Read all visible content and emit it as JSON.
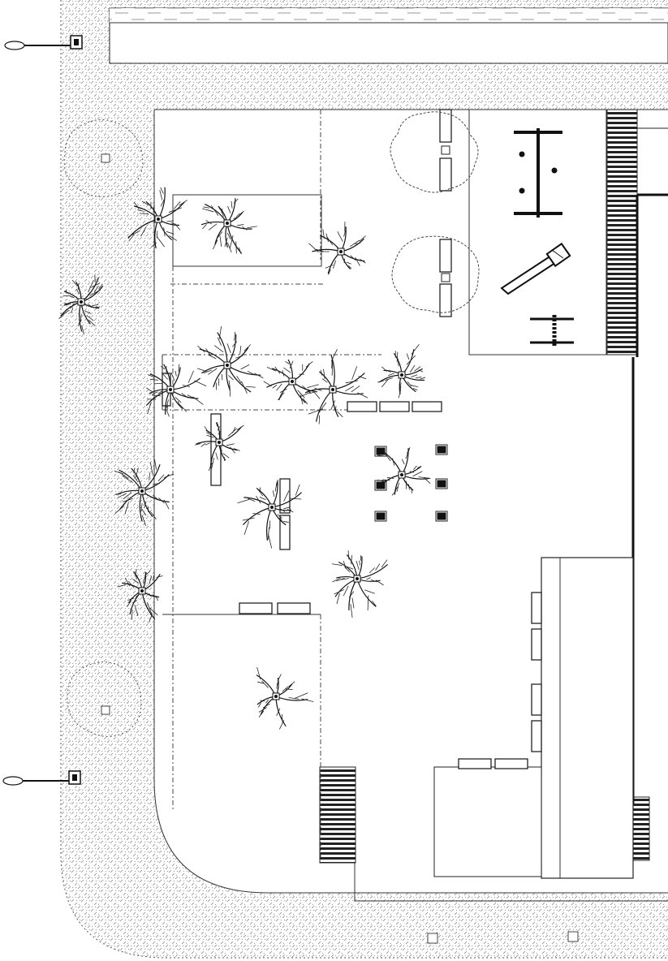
{
  "plan": {
    "title": "",
    "texture_colors": {
      "pavement": "#bdbdbd",
      "line": "#111111",
      "background": "#ffffff"
    },
    "element_kinds": [
      "street-lamp",
      "paved-sidewalk",
      "parking-stripes",
      "deciduous-tree",
      "canopy-tree",
      "bench",
      "cafe-table-set",
      "playground-equipment",
      "building",
      "fence"
    ]
  }
}
